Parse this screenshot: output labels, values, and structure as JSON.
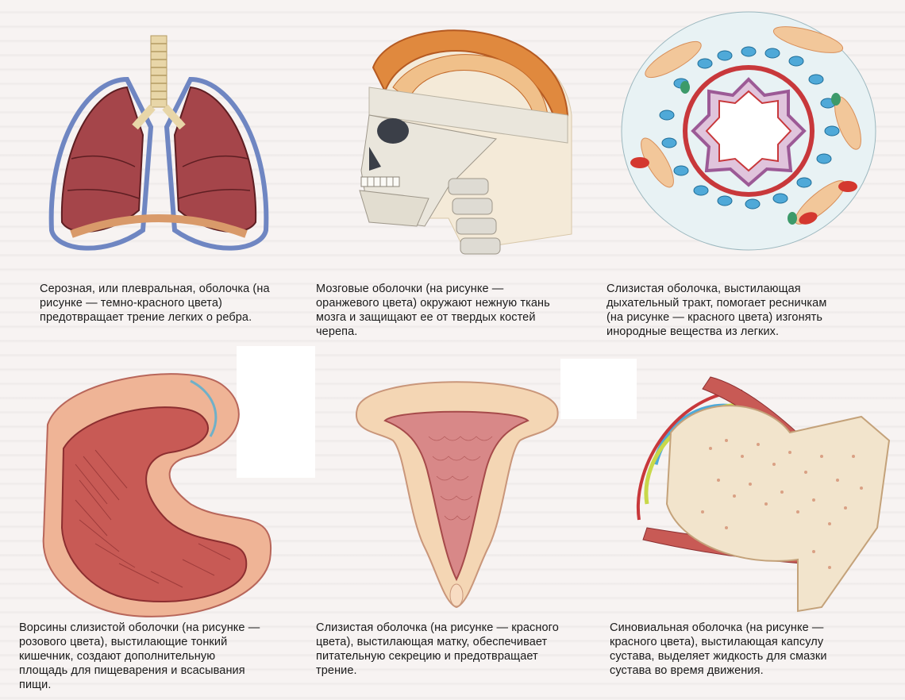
{
  "panels": [
    {
      "id": "serous",
      "caption": "Серозная, или плевральная, оболочка (на\nрисунке — темно-красного цвета)\nпредотвращает трение легких о ребра."
    },
    {
      "id": "meninges",
      "caption": "Мозговые оболочки (на рисунке —\nоранжевого цвета) окружают нежную ткань\nмозга и защищают ее от твердых костей\nчерепа."
    },
    {
      "id": "airway",
      "caption": "Слизистая оболочка, выстилающая\nдыхательный тракт, помогает ресничкам\n(на рисунке — красного цвета) изгонять\nинородные вещества из легких."
    },
    {
      "id": "intestine",
      "caption": "Ворсины слизистой оболочки (на рисунке —\nрозового цвета), выстилающие тонкий\nкишечник, создают дополнительную\nплощадь для пищеварения и всасывания\nпищи."
    },
    {
      "id": "uterus",
      "caption": "Слизистая оболочка (на рисунке — красного\nцвета), выстилающая матку, обеспечивает\nпитательную секрецию и предотвращает\nтрение."
    },
    {
      "id": "synovial",
      "caption": "Синовиальная оболочка (на рисунке —\nкрасного цвета), выстилающая капсулу\nсустава, выделяет жидкость для смазки\nсустава во время движения."
    }
  ],
  "colors": {
    "lung": "#a5454a",
    "pleura": "#6f86c2",
    "membrane_orange": "#e0893e",
    "bone": "#e9e4d8",
    "mucosa_red": "#c8383b",
    "pink": "#e6a48c",
    "cyan": "#4fa9d8"
  }
}
